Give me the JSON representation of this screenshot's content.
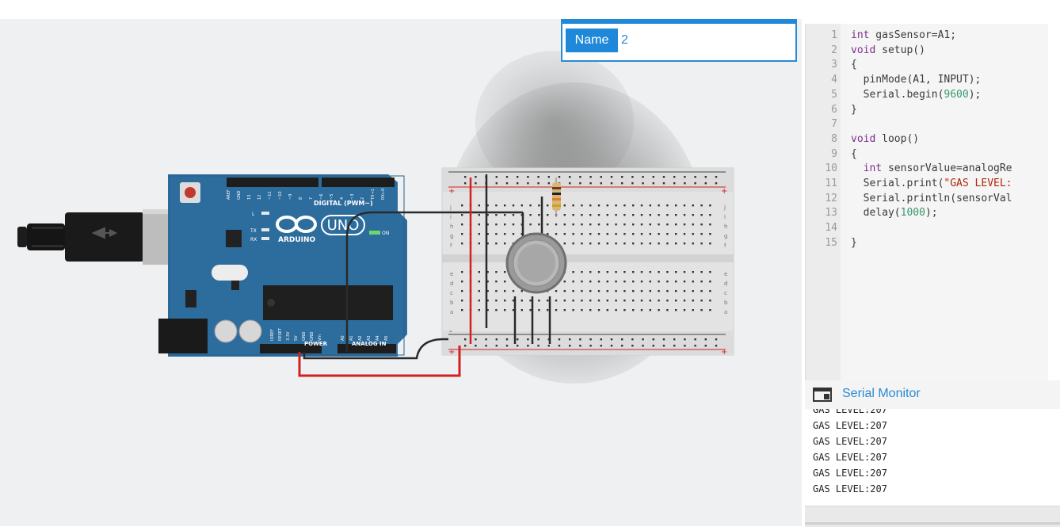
{
  "name_box": {
    "label": "Name",
    "value": "2"
  },
  "board": {
    "logo_text": "ARDUINO",
    "model_text": "UNO",
    "digital_label": "DIGITAL (PWM~)",
    "power_label": "POWER",
    "analog_label": "ANALOG IN",
    "on_label": "ON",
    "tx_label": "TX",
    "rx_label": "RX",
    "l_label": "L",
    "digital_pins": [
      "AREF",
      "GND",
      "13",
      "12",
      "~11",
      "~10",
      "~9",
      "8",
      "7",
      "~6",
      "~5",
      "4",
      "~3",
      "2",
      "TX→1",
      "RX←0"
    ],
    "power_pins": [
      "IOREF",
      "RESET",
      "3.3V",
      "5V",
      "GND",
      "GND",
      "Vin"
    ],
    "analog_pins": [
      "A0",
      "A1",
      "A2",
      "A3",
      "A4",
      "A5"
    ]
  },
  "breadboard": {
    "row_letters_top": [
      "j",
      "i",
      "h",
      "g",
      "f"
    ],
    "row_letters_bottom": [
      "e",
      "d",
      "c",
      "b",
      "a"
    ],
    "rail_plus": "+",
    "rail_minus": "-"
  },
  "code": {
    "lines": [
      {
        "num": "1",
        "html": "<span class='kw'>int</span> gasSensor=A1;"
      },
      {
        "num": "2",
        "html": "<span class='kw'>void</span> setup()"
      },
      {
        "num": "3",
        "html": "{"
      },
      {
        "num": "4",
        "html": "  pinMode(A1, INPUT);"
      },
      {
        "num": "5",
        "html": "  Serial.begin(<span class='num'>9600</span>);"
      },
      {
        "num": "6",
        "html": "}"
      },
      {
        "num": "7",
        "html": ""
      },
      {
        "num": "8",
        "html": "<span class='kw'>void</span> loop()"
      },
      {
        "num": "9",
        "html": "{"
      },
      {
        "num": "10",
        "html": "  <span class='kw'>int</span> sensorValue=analogRe"
      },
      {
        "num": "11",
        "html": "  Serial.print(<span class='str'>\"GAS LEVEL:</span>"
      },
      {
        "num": "12",
        "html": "  Serial.println(sensorVal"
      },
      {
        "num": "13",
        "html": "  delay(<span class='num'>1000</span>);"
      },
      {
        "num": "14",
        "html": ""
      },
      {
        "num": "15",
        "html": "}"
      }
    ]
  },
  "serial_monitor": {
    "title": "Serial Monitor",
    "icon": "serial-monitor-icon",
    "lines": [
      "GAS LEVEL:207",
      "GAS LEVEL:207",
      "GAS LEVEL:207",
      "GAS LEVEL:207",
      "GAS LEVEL:207",
      "GAS LEVEL:207"
    ]
  },
  "colors": {
    "accent": "#1f88d9",
    "board": "#2d6d9e",
    "wire_red": "#d42020",
    "wire_black": "#2a2a2a"
  }
}
